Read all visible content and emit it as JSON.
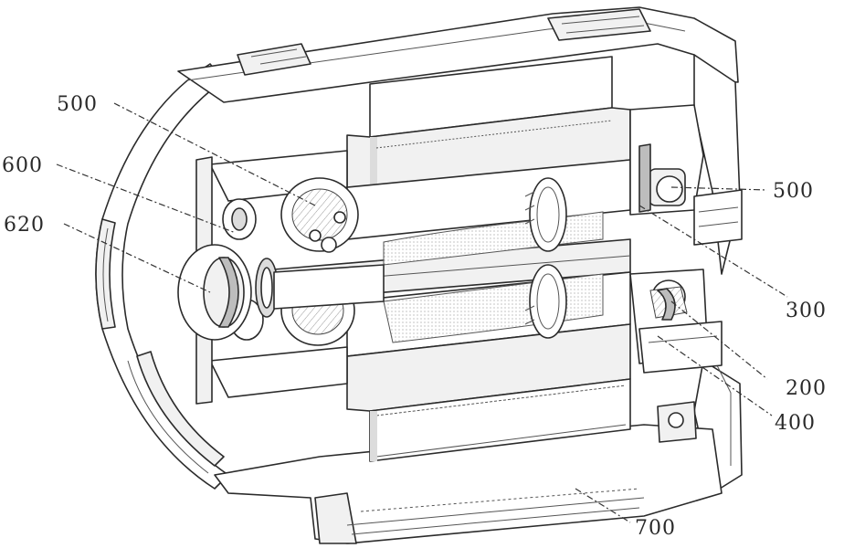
{
  "labels": {
    "l500_top": "500",
    "l600": "600",
    "l620": "620",
    "l500_right": "500",
    "l300": "300",
    "l200": "200",
    "l400": "400",
    "l700": "700"
  }
}
